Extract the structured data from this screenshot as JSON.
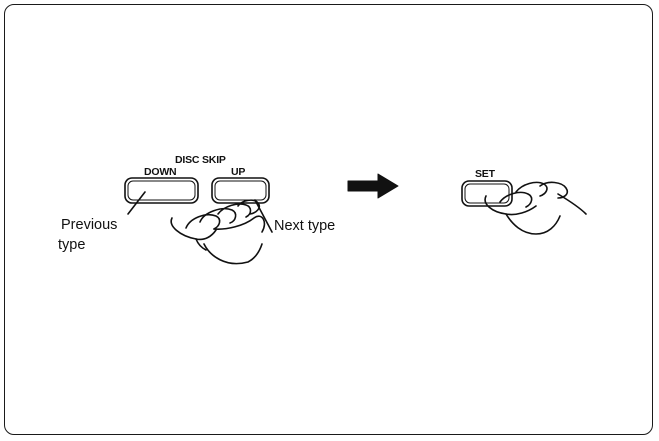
{
  "group_label": "DISC SKIP",
  "buttons": {
    "down": "DOWN",
    "up": "UP",
    "set": "SET"
  },
  "notes": {
    "previous_line1": "Previous",
    "previous_line2": "type",
    "next": "Next type"
  },
  "icons": {
    "arrow": "right-arrow-icon",
    "hand": "pressing-hand-icon"
  },
  "colors": {
    "ink": "#111111",
    "background": "#ffffff"
  }
}
